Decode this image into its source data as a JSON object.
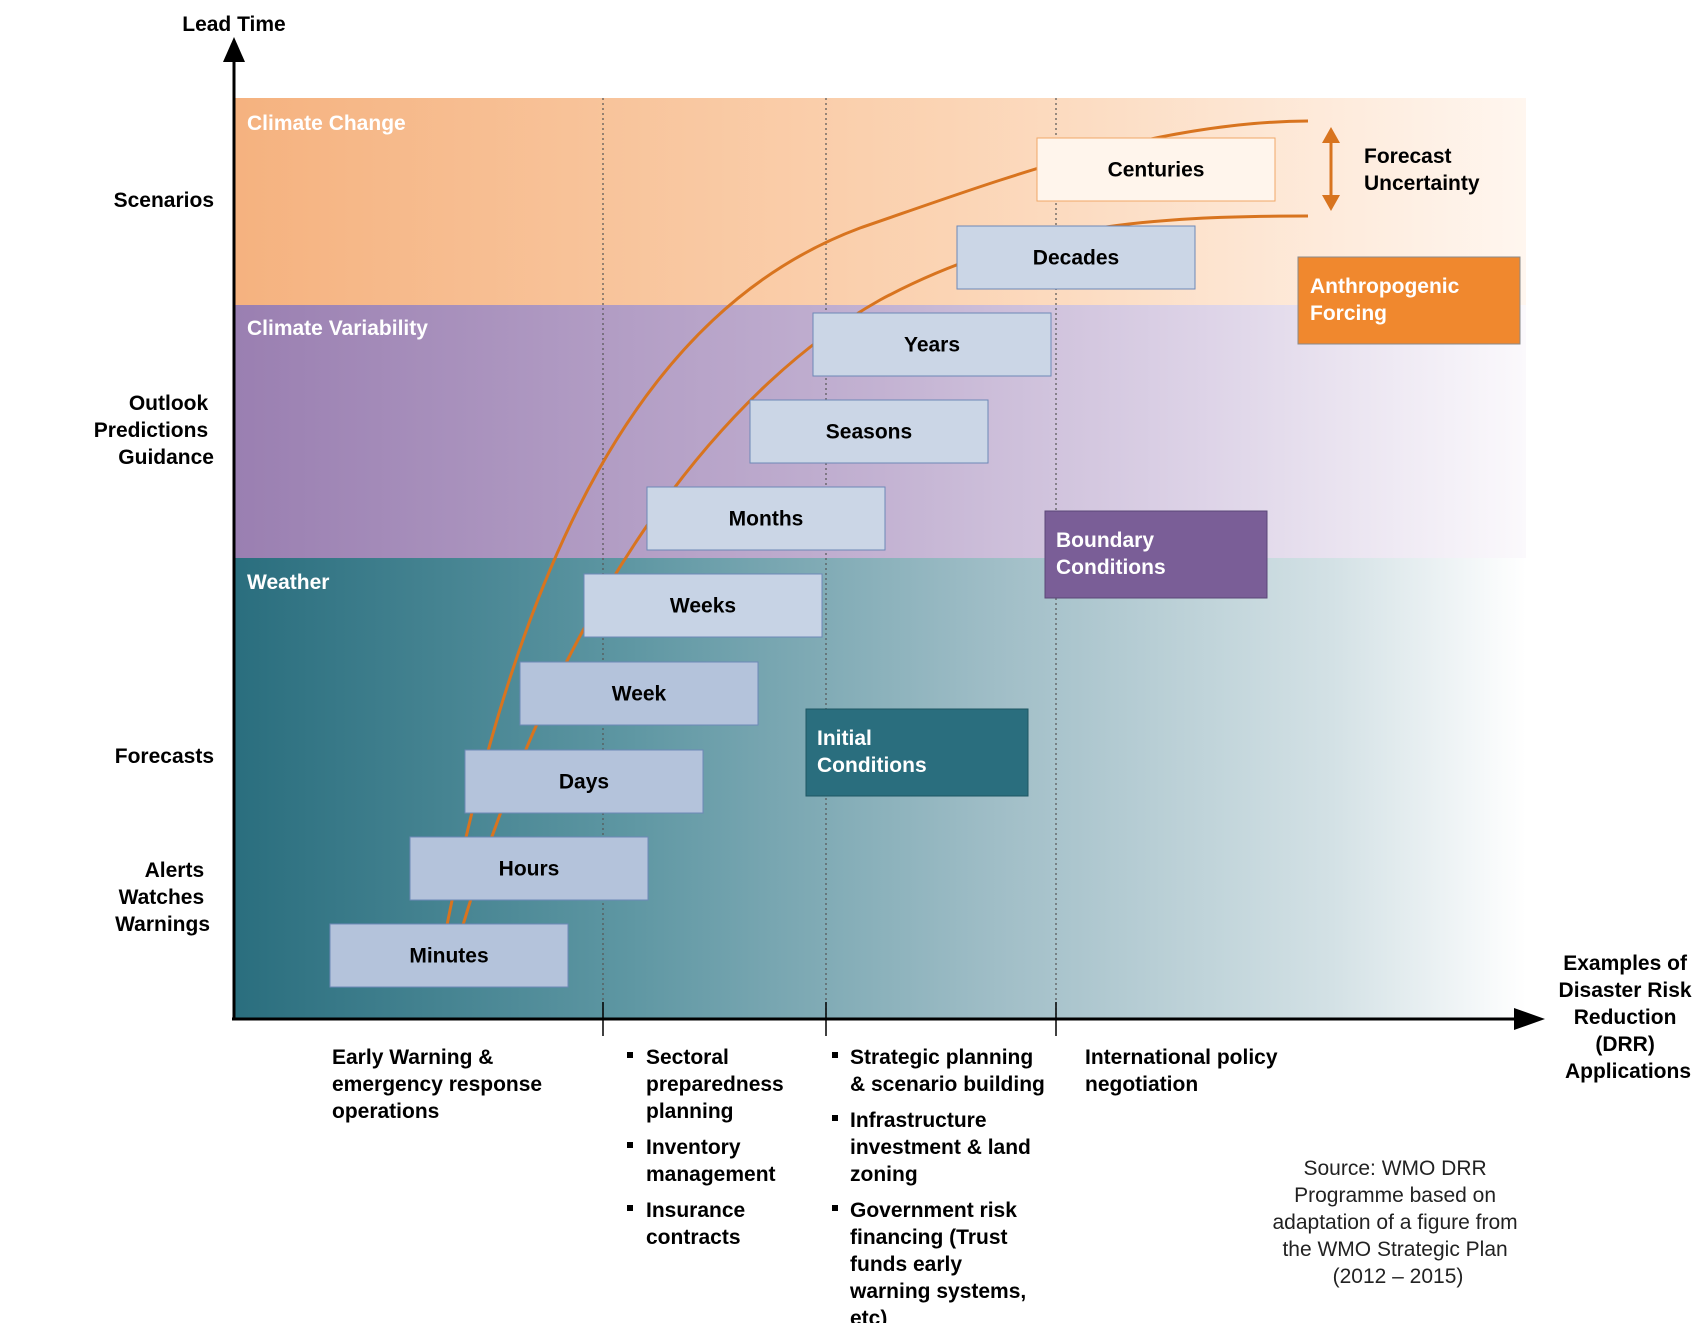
{
  "axes": {
    "y_title": "Lead Time",
    "x_title": [
      "Examples of",
      "Disaster Risk",
      "Reduction",
      "(DRR)",
      "Applications"
    ]
  },
  "lead_time_categories": [
    {
      "id": "scenarios",
      "lines": [
        "Scenarios"
      ]
    },
    {
      "id": "outlook",
      "lines": [
        "Outlook",
        "Predictions",
        "Guidance"
      ]
    },
    {
      "id": "forecasts",
      "lines": [
        "Forecasts"
      ]
    },
    {
      "id": "alerts",
      "lines": [
        "Alerts",
        "Watches",
        "Warnings"
      ]
    }
  ],
  "bands": {
    "climate_change": {
      "label": "Climate Change",
      "color": "#f5b27f"
    },
    "climate_variability": {
      "label": "Climate Variability",
      "color": "#9a7fb1"
    },
    "weather": {
      "label": "Weather",
      "color": "#2a6e7e"
    }
  },
  "timescales": [
    "Minutes",
    "Hours",
    "Days",
    "Week",
    "Weeks",
    "Months",
    "Seasons",
    "Years",
    "Decades",
    "Centuries"
  ],
  "drivers": {
    "anthropogenic": {
      "lines": [
        "Anthropogenic",
        "Forcing"
      ],
      "color": "#f0882e"
    },
    "boundary": {
      "lines": [
        "Boundary",
        "Conditions"
      ],
      "color": "#7a5e97"
    },
    "initial": {
      "lines": [
        "Initial",
        "Conditions"
      ],
      "color": "#2a6e7e"
    }
  },
  "uncertainty": {
    "lines": [
      "Forecast",
      "Uncertainty"
    ],
    "color": "#d8741f"
  },
  "applications": {
    "col1": {
      "text_lines": [
        "Early Warning &",
        "emergency response",
        "operations"
      ]
    },
    "col2": {
      "bullets": [
        [
          "Sectoral",
          "preparedness",
          "planning"
        ],
        [
          "Inventory",
          "management"
        ],
        [
          "Insurance",
          "contracts"
        ]
      ]
    },
    "col3": {
      "bullets": [
        [
          "Strategic planning",
          "& scenario building"
        ],
        [
          "Infrastructure",
          "investment & land",
          "zoning"
        ],
        [
          "Government risk",
          "financing (Trust",
          "funds early",
          "warning systems,",
          "etc)"
        ]
      ]
    },
    "col4": {
      "text_lines": [
        "International policy",
        "negotiation"
      ]
    }
  },
  "source": {
    "lines": [
      "Source: WMO DRR",
      "Programme based on",
      "adaptation of a figure from",
      "the WMO Strategic Plan",
      "(2012 – 2015)"
    ]
  },
  "colors": {
    "curve": "#d8741f",
    "box_fill": "#b4c3db",
    "box_stroke": "#6d88b7",
    "axis": "#000000"
  }
}
